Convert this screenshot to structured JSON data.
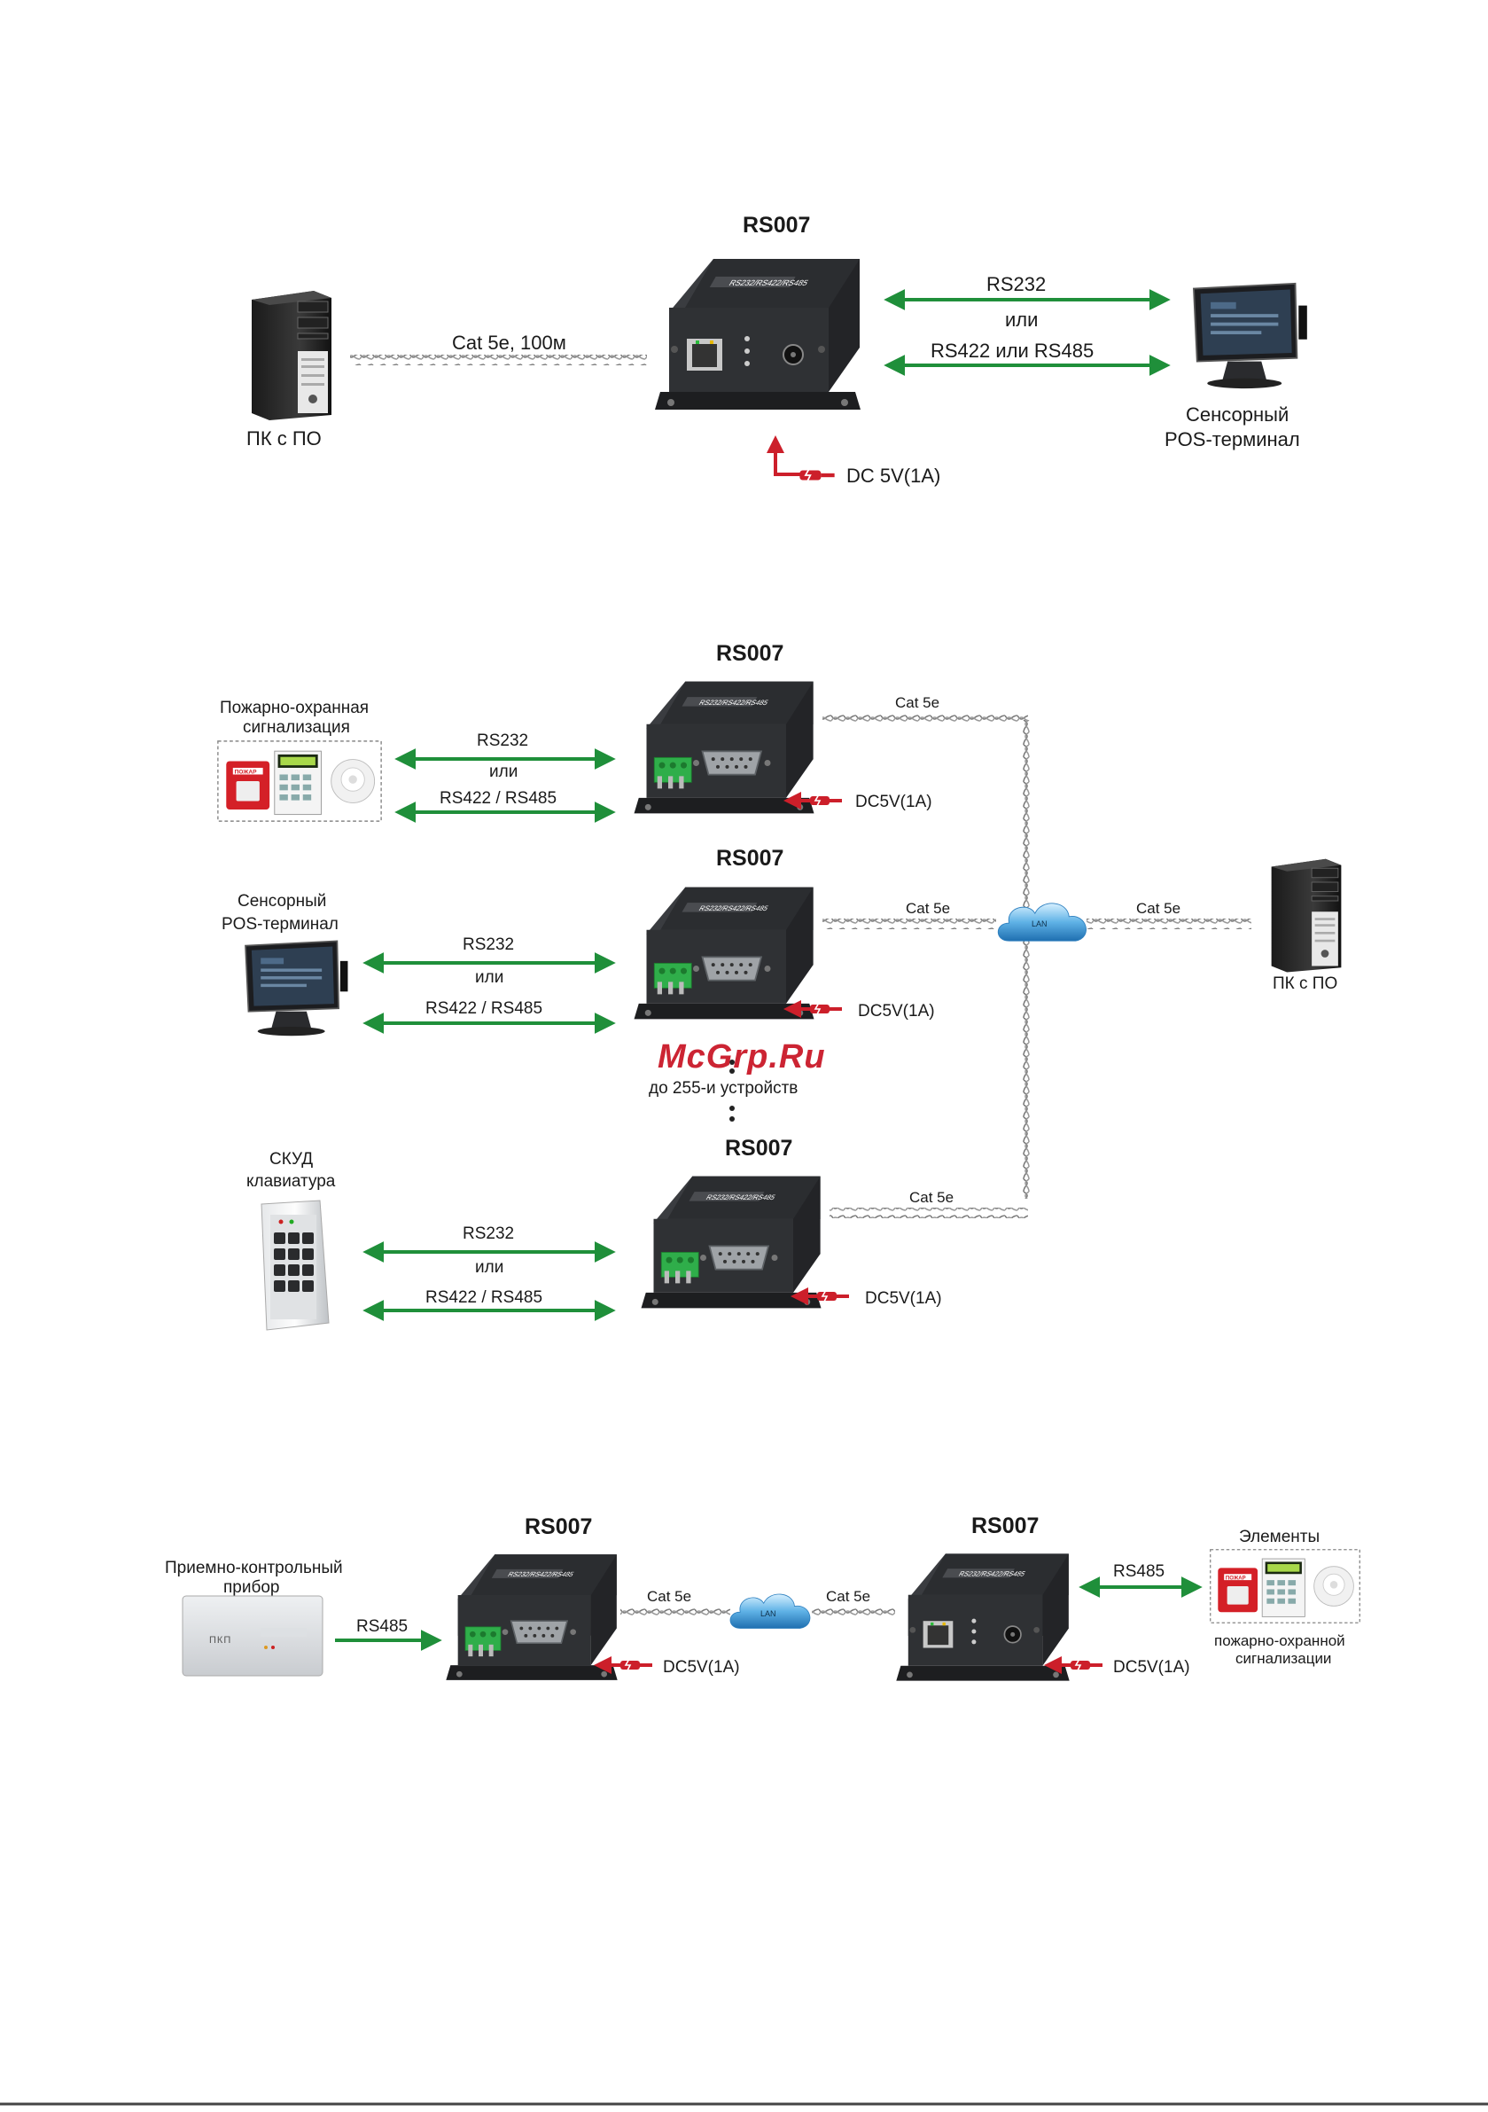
{
  "colors": {
    "arrow_green": "#1f8f3a",
    "power_red": "#cc1f2a",
    "device_body": "#2a2c2f",
    "cable": "#7a7a7a",
    "watermark": "#cc2433"
  },
  "icons": [
    "tower-pc-icon",
    "pos-terminal-icon",
    "fire-alarm-kit-icon",
    "access-keypad-icon",
    "control-panel-icon",
    "lan-cloud-icon",
    "power-plug-icon",
    "rj45-port-icon",
    "db9-port-icon",
    "terminal-block-icon"
  ],
  "diagram1": {
    "device_label": "RS007",
    "pc_label": "ПК с ПО",
    "cable_label": "Cat 5e, 100м",
    "link_top": "RS232",
    "link_or": "или",
    "link_bottom": "RS422 или RS485",
    "terminal_label_1": "Сенсорный",
    "terminal_label_2": "POS-терминал",
    "power_label": "DC 5V(1A)"
  },
  "diagram2": {
    "unit1": {
      "device_label": "RS007",
      "peripheral_label_1": "Пожарно-охранная",
      "peripheral_label_2": "сигнализация",
      "link_top": "RS232",
      "link_or": "или",
      "link_bottom": "RS422 / RS485",
      "cable_label": "Cat 5e",
      "power_label": "DC5V(1A)"
    },
    "unit2": {
      "device_label": "RS007",
      "peripheral_label_1": "Сенсорный",
      "peripheral_label_2": "POS-терминал",
      "link_top": "RS232",
      "link_or": "или",
      "link_bottom": "RS422 / RS485",
      "cable_label": "Cat 5e",
      "power_label": "DC5V(1A)"
    },
    "unit3": {
      "device_label": "RS007",
      "peripheral_label_1": "СКУД",
      "peripheral_label_2": "клавиатура",
      "link_top": "RS232",
      "link_or": "или",
      "link_bottom": "RS422 / RS485",
      "cable_label": "Cat 5e",
      "power_label": "DC5V(1A)"
    },
    "lan_label": "LAN",
    "pc_cable_label": "Cat 5e",
    "pc_label": "ПК с ПО",
    "devices_count_label": "до 255-и устройств",
    "watermark": "McGrp.Ru"
  },
  "diagram3": {
    "left_device_label": "RS007",
    "right_device_label": "RS007",
    "panel_label_1": "Приемно-контрольный",
    "panel_label_2": "прибор",
    "panel_face_text": "ПКП",
    "left_link": "RS485",
    "cable_left": "Cat 5e",
    "cable_right": "Cat 5e",
    "lan_label": "LAN",
    "right_link": "RS485",
    "elements_label": "Элементы",
    "elements_sub_1": "пожарно-охранной",
    "elements_sub_2": "сигнализации",
    "power_left": "DC5V(1A)",
    "power_right": "DC5V(1A)"
  }
}
